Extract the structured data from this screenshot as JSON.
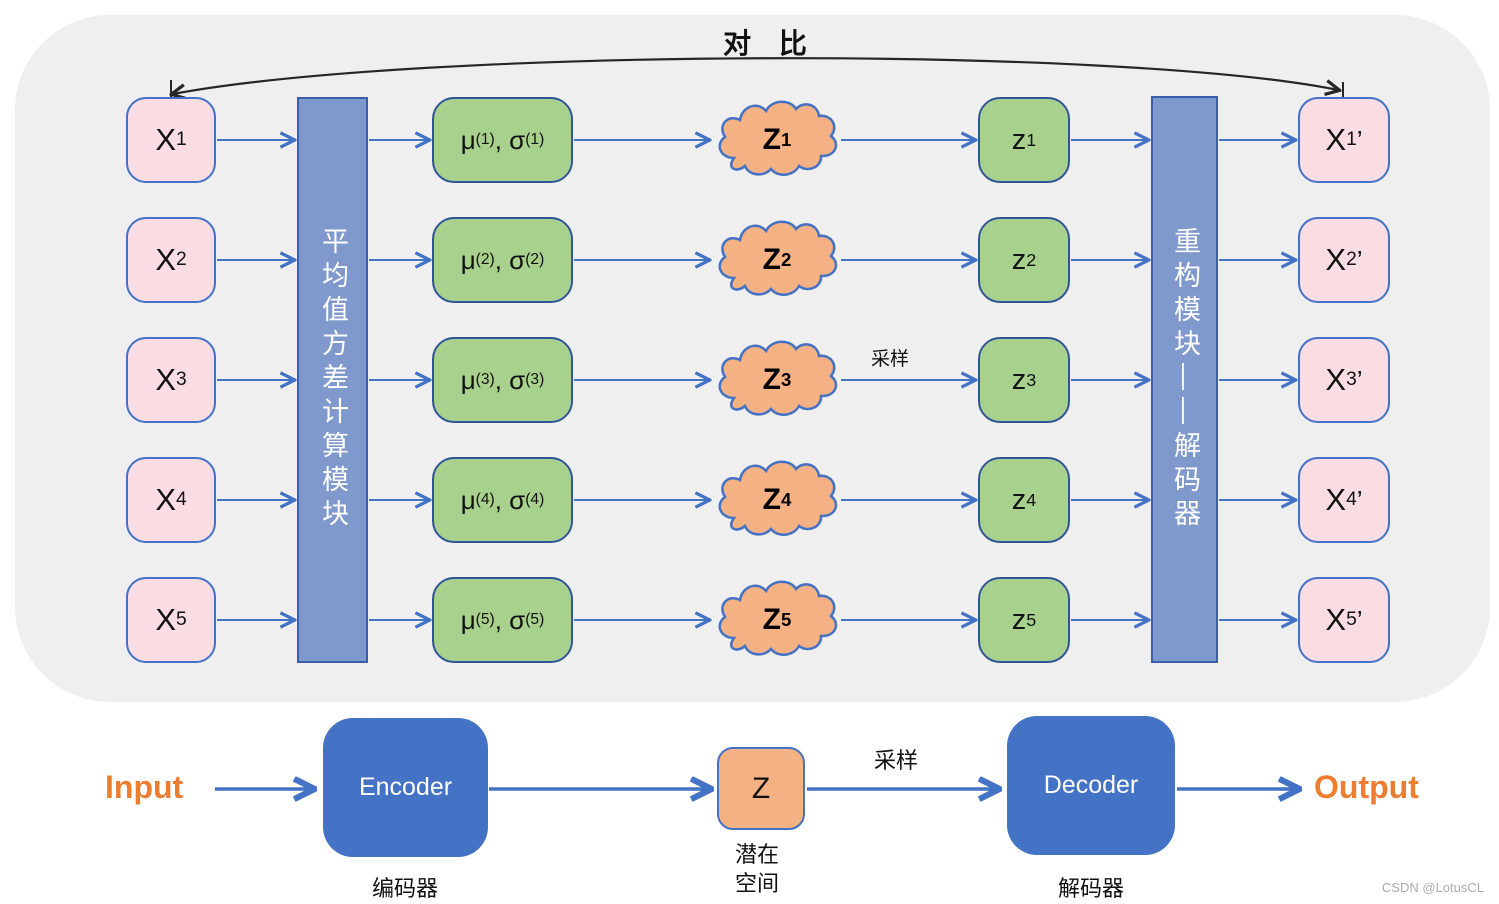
{
  "title": {
    "compare_label": "对 比"
  },
  "panel": {
    "left_module_label": "平均值方差计算模块",
    "right_module_label": "重构模块——解码器",
    "sampling_label": "采样",
    "mu_prefix": "μ",
    "sigma_prefix": ", σ",
    "rows": [
      {
        "x_base": "X",
        "x_sub": "1",
        "sup": "(1)",
        "cloud_base": "Z",
        "cloud_sup": "1",
        "z_base": "z",
        "z_sub": "1",
        "xout_base": "X",
        "xout_sub": "1",
        "xout_prime": "’"
      },
      {
        "x_base": "X",
        "x_sub": "2",
        "sup": "(2)",
        "cloud_base": "Z",
        "cloud_sup": "2",
        "z_base": "z",
        "z_sub": "2",
        "xout_base": "X",
        "xout_sub": "2",
        "xout_prime": "’"
      },
      {
        "x_base": "X",
        "x_sub": "3",
        "sup": "(3)",
        "cloud_base": "Z",
        "cloud_sup": "3",
        "z_base": "z",
        "z_sub": "3",
        "xout_base": "X",
        "xout_sub": "3",
        "xout_prime": "’"
      },
      {
        "x_base": "X",
        "x_sub": "4",
        "sup": "(4)",
        "cloud_base": "Z",
        "cloud_sup": "4",
        "z_base": "z",
        "z_sub": "4",
        "xout_base": "X",
        "xout_sub": "4",
        "xout_prime": "’"
      },
      {
        "x_base": "X",
        "x_sub": "5",
        "sup": "(5)",
        "cloud_base": "Z",
        "cloud_sup": "5",
        "z_base": "z",
        "z_sub": "5",
        "xout_base": "X",
        "xout_sub": "5",
        "xout_prime": "’"
      }
    ]
  },
  "bottom": {
    "input_label": "Input",
    "encoder_label": "Encoder",
    "encoder_caption": "编码器",
    "latent_label": "Z",
    "latent_caption_line1": "潜在",
    "latent_caption_line2": "空间",
    "sampling_label": "采样",
    "decoder_label": "Decoder",
    "decoder_caption": "解码器",
    "output_label": "Output"
  },
  "watermark": "CSDN @LotusCL",
  "colors": {
    "panel_background": "#efeff0",
    "pink_box_fill": "#fadce3",
    "green_box_fill": "#a9d18e",
    "cloud_fill": "#f4b183",
    "module_bar_fill": "#8099cd",
    "codec_box_fill": "#4472c4",
    "arrow_blue": "#4472c4",
    "compare_arrow_black": "#262626",
    "io_text_orange": "#ed7d31",
    "watermark_gray": "#aaaaaa"
  }
}
